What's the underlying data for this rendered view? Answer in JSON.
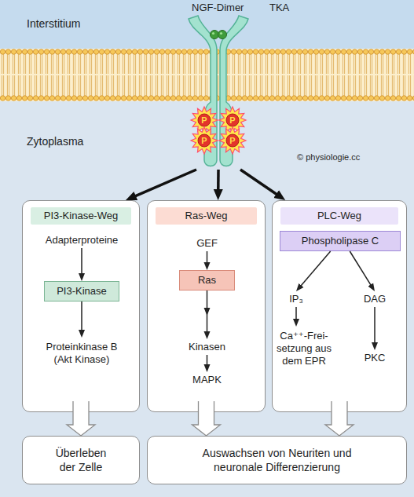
{
  "diagram": {
    "nodes": [
      {
        "text": [
          "TKA"
        ]
      },
      {
        "text": [
          "P"
        ],
        "in": 0
      },
      {
        "text": [
          "P"
        ],
        "in": 0
      },
      {
        "text": [
          "P"
        ],
        "in": 0
      },
      {
        "text": [
          "P"
        ],
        "in": 0
      },
      {
        "text": [
          "PI3-Kinase-Weg"
        ]
      },
      {
        "text": [
          "Adapterproteine"
        ],
        "in": 5
      },
      {
        "text": [
          "PI3-Kinase"
        ],
        "in": 5
      },
      {
        "text": [
          "Proteinkinase B (Akt Kinase)"
        ],
        "in": 5
      },
      {
        "text": [
          "Ras-Weg"
        ]
      },
      {
        "text": [
          "GEF"
        ],
        "in": 9
      },
      {
        "text": [
          "Ras"
        ],
        "in": 9
      },
      {
        "text": [
          "Kinasen"
        ],
        "in": 9
      },
      {
        "text": [
          "MAPK"
        ],
        "in": 9
      },
      {
        "text": [
          "PLC-Weg"
        ]
      },
      {
        "text": [
          "Phospholipase C"
        ],
        "in": 14
      },
      {
        "text": [
          "IP₃"
        ],
        "in": 14
      },
      {
        "text": [
          "DAG"
        ],
        "in": 14
      },
      {
        "text": [
          "Ca⁺⁺-Frei- setzung aus dem EPR"
        ],
        "in": 14
      },
      {
        "text": [
          "PKC"
        ],
        "in": 14
      },
      {
        "text": [
          "Überleben der Zelle"
        ]
      },
      {
        "text": [
          "Auswachsen von Neuriten und neuronale Differenzierung"
        ]
      }
    ],
    "edges": [
      {
        "from": 0,
        "to": 5,
        "arrow": "to"
      },
      {
        "from": 0,
        "to": 9,
        "arrow": "to"
      },
      {
        "from": 0,
        "to": 14,
        "arrow": "to"
      },
      {
        "from": 6,
        "to": 7,
        "arrow": "to"
      },
      {
        "from": 7,
        "to": 8,
        "arrow": "to"
      },
      {
        "from": 10,
        "to": 11,
        "arrow": "to"
      },
      {
        "from": 11,
        "to": 12,
        "arrow": "to"
      },
      {
        "from": 12,
        "to": 13,
        "arrow": "to"
      },
      {
        "from": 15,
        "to": 16,
        "arrow": "to"
      },
      {
        "from": 15,
        "to": 17,
        "arrow": "to"
      },
      {
        "from": 16,
        "to": 18,
        "arrow": "to"
      },
      {
        "from": 17,
        "to": 19,
        "arrow": "to"
      },
      {
        "from": 5,
        "to": 20,
        "arrow": "to"
      },
      {
        "from": 9,
        "to": 21,
        "arrow": "to"
      },
      {
        "from": 14,
        "to": 21,
        "arrow": "to"
      }
    ],
    "labels": [
      "NGF-Dimer",
      "Interstitium",
      "Zytoplasma",
      "© physiologie.cc"
    ]
  }
}
